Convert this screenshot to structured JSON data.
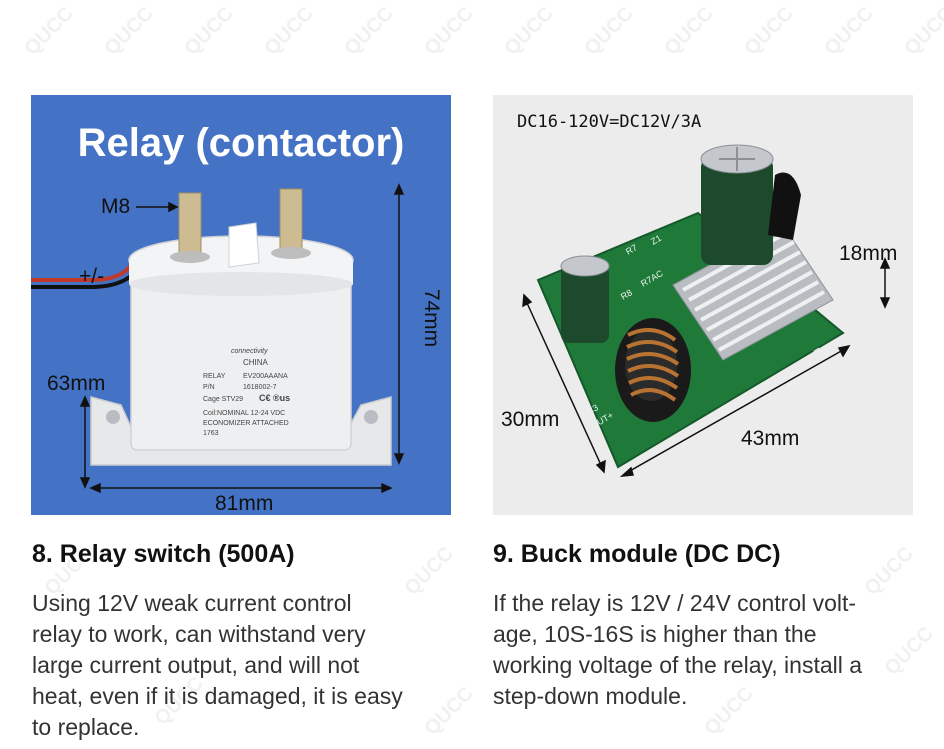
{
  "watermark": "QUCC",
  "relay_panel": {
    "title": "Relay (contactor)",
    "labels": {
      "terminal": "M8",
      "polarity": "+/-",
      "height_base": "63mm",
      "height_total": "74mm",
      "width": "81mm"
    },
    "device_label": {
      "brand": "connectivity",
      "origin": "CHINA",
      "line1_key": "RELAY",
      "line1_val": "EV200AAANA",
      "line2_key": "P/N",
      "line2_val": "1618002-7",
      "cage": "Cage STV29",
      "coil": "Coil:NOMINAL   12-24 VDC",
      "economizer": "ECONOMIZER ATTACHED",
      "code": "1763"
    }
  },
  "buck_panel": {
    "spec": "DC16-120V=DC12V/3A",
    "labels": {
      "height": "18mm",
      "length": "30mm",
      "width": "43mm"
    }
  },
  "sections": [
    {
      "heading": "8. Relay switch (500A)",
      "lines": [
        "Using 12V weak current control",
        "relay to work, can withstand very",
        "large current output, and will not",
        "heat, even if it is damaged, it is easy",
        "to replace."
      ]
    },
    {
      "heading": "9. Buck module (DC DC)",
      "lines": [
        "If the relay is 12V / 24V control volt-",
        "age, 10S-16S is higher than the",
        "working voltage of the relay, install a",
        "step-down module."
      ]
    }
  ]
}
